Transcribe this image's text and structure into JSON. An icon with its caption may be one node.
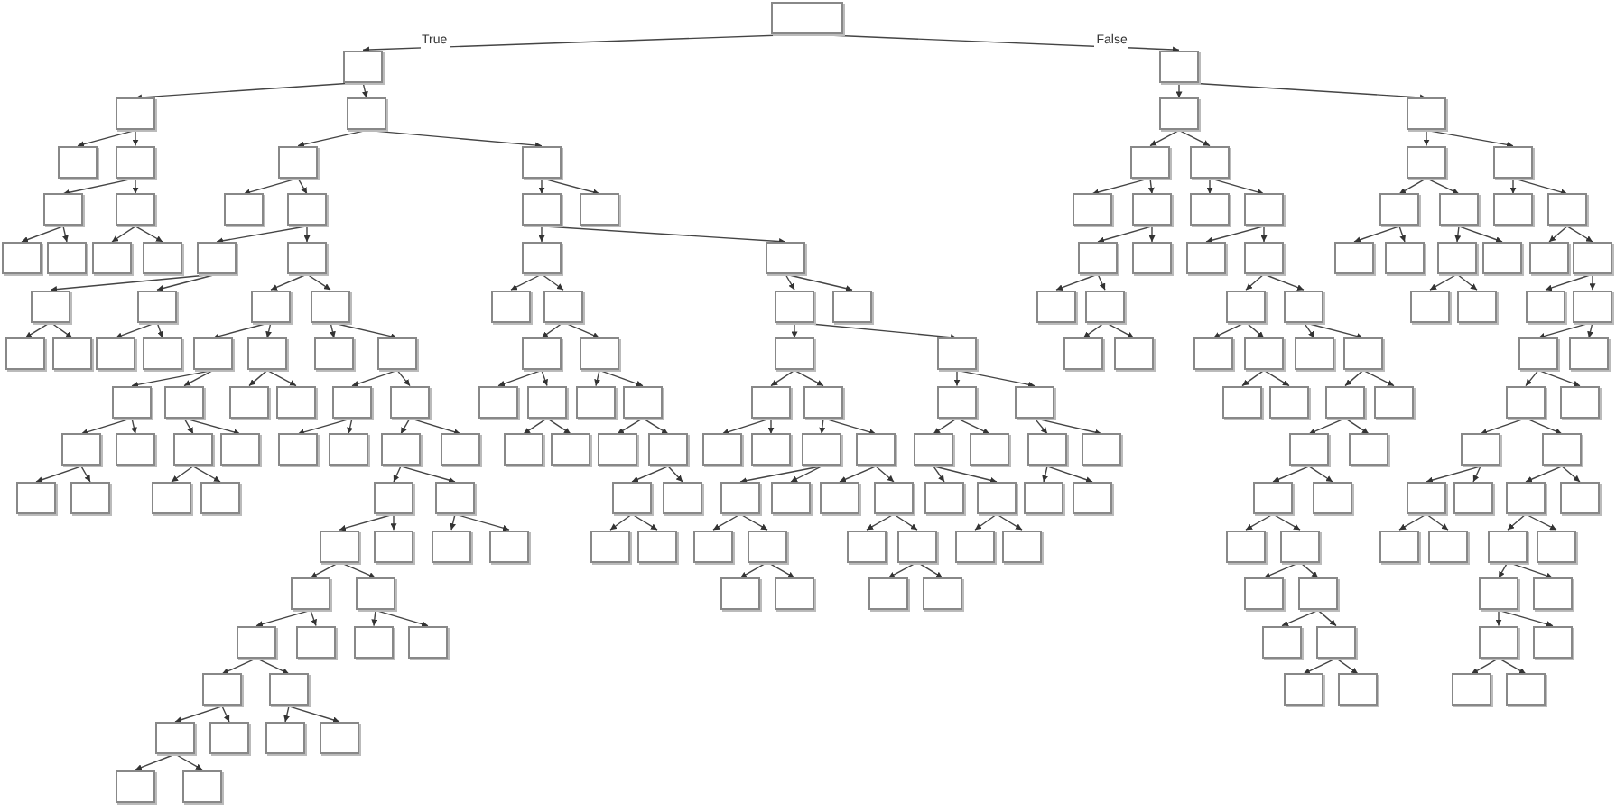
{
  "diagram": {
    "nodes": [
      {
        "text": [],
        "shape": "box"
      },
      {
        "text": [],
        "shape": "box"
      },
      {
        "text": [],
        "shape": "box"
      },
      {
        "text": [],
        "shape": "box"
      },
      {
        "text": [],
        "shape": "box"
      },
      {
        "text": [],
        "shape": "box"
      },
      {
        "text": [],
        "shape": "box"
      },
      {
        "text": [],
        "shape": "box"
      },
      {
        "text": [],
        "shape": "box"
      },
      {
        "text": [],
        "shape": "box"
      },
      {
        "text": [],
        "shape": "box"
      },
      {
        "text": [],
        "shape": "box"
      },
      {
        "text": [],
        "shape": "box"
      },
      {
        "text": [],
        "shape": "box"
      },
      {
        "text": [],
        "shape": "box"
      },
      {
        "text": [],
        "shape": "box"
      },
      {
        "text": [],
        "shape": "box"
      },
      {
        "text": [],
        "shape": "box"
      },
      {
        "text": [],
        "shape": "box"
      },
      {
        "text": [],
        "shape": "box"
      },
      {
        "text": [],
        "shape": "box"
      },
      {
        "text": [],
        "shape": "box"
      },
      {
        "text": [],
        "shape": "box"
      },
      {
        "text": [],
        "shape": "box"
      },
      {
        "text": [],
        "shape": "box"
      },
      {
        "text": [],
        "shape": "box"
      },
      {
        "text": [],
        "shape": "box"
      },
      {
        "text": [],
        "shape": "box"
      },
      {
        "text": [],
        "shape": "box"
      },
      {
        "text": [],
        "shape": "box"
      },
      {
        "text": [],
        "shape": "box"
      },
      {
        "text": [],
        "shape": "box"
      },
      {
        "text": [],
        "shape": "box"
      },
      {
        "text": [],
        "shape": "box"
      },
      {
        "text": [],
        "shape": "box"
      },
      {
        "text": [],
        "shape": "box"
      },
      {
        "text": [],
        "shape": "box"
      },
      {
        "text": [],
        "shape": "box"
      },
      {
        "text": [],
        "shape": "box"
      },
      {
        "text": [],
        "shape": "box"
      },
      {
        "text": [],
        "shape": "box"
      },
      {
        "text": [],
        "shape": "box"
      },
      {
        "text": [],
        "shape": "box"
      },
      {
        "text": [],
        "shape": "box"
      },
      {
        "text": [],
        "shape": "box"
      },
      {
        "text": [],
        "shape": "box"
      },
      {
        "text": [],
        "shape": "box"
      },
      {
        "text": [],
        "shape": "box"
      },
      {
        "text": [],
        "shape": "box"
      },
      {
        "text": [],
        "shape": "box"
      },
      {
        "text": [],
        "shape": "box"
      },
      {
        "text": [],
        "shape": "box"
      },
      {
        "text": [],
        "shape": "box"
      },
      {
        "text": [],
        "shape": "box"
      },
      {
        "text": [],
        "shape": "box"
      },
      {
        "text": [],
        "shape": "box"
      },
      {
        "text": [],
        "shape": "box"
      },
      {
        "text": [],
        "shape": "box"
      },
      {
        "text": [],
        "shape": "box"
      },
      {
        "text": [],
        "shape": "box"
      },
      {
        "text": [],
        "shape": "box"
      },
      {
        "text": [],
        "shape": "box"
      },
      {
        "text": [],
        "shape": "box"
      },
      {
        "text": [],
        "shape": "box"
      },
      {
        "text": [],
        "shape": "box"
      },
      {
        "text": [],
        "shape": "box"
      },
      {
        "text": [],
        "shape": "box"
      },
      {
        "text": [],
        "shape": "box"
      },
      {
        "text": [],
        "shape": "box"
      },
      {
        "text": [],
        "shape": "box"
      },
      {
        "text": [],
        "shape": "box"
      },
      {
        "text": [],
        "shape": "box"
      },
      {
        "text": [],
        "shape": "box"
      },
      {
        "text": [],
        "shape": "box"
      },
      {
        "text": [],
        "shape": "box"
      },
      {
        "text": [],
        "shape": "box"
      },
      {
        "text": [],
        "shape": "box"
      },
      {
        "text": [],
        "shape": "box"
      },
      {
        "text": [],
        "shape": "box"
      },
      {
        "text": [],
        "shape": "box"
      },
      {
        "text": [],
        "shape": "box"
      },
      {
        "text": [],
        "shape": "box"
      },
      {
        "text": [],
        "shape": "box"
      },
      {
        "text": [],
        "shape": "box"
      },
      {
        "text": [],
        "shape": "box"
      },
      {
        "text": [],
        "shape": "box"
      },
      {
        "text": [],
        "shape": "box"
      },
      {
        "text": [],
        "shape": "box"
      },
      {
        "text": [],
        "shape": "box"
      },
      {
        "text": [],
        "shape": "box"
      },
      {
        "text": [],
        "shape": "box"
      },
      {
        "text": [],
        "shape": "box"
      },
      {
        "text": [],
        "shape": "box"
      },
      {
        "text": [],
        "shape": "box"
      },
      {
        "text": [],
        "shape": "box"
      },
      {
        "text": [],
        "shape": "box"
      },
      {
        "text": [],
        "shape": "box"
      },
      {
        "text": [],
        "shape": "box"
      },
      {
        "text": [],
        "shape": "box"
      },
      {
        "text": [],
        "shape": "box"
      },
      {
        "text": [],
        "shape": "box"
      },
      {
        "text": [],
        "shape": "box"
      },
      {
        "text": [],
        "shape": "box"
      },
      {
        "text": [],
        "shape": "box"
      },
      {
        "text": [],
        "shape": "box"
      },
      {
        "text": [],
        "shape": "box"
      },
      {
        "text": [],
        "shape": "box"
      },
      {
        "text": [],
        "shape": "box"
      },
      {
        "text": [],
        "shape": "box"
      },
      {
        "text": [],
        "shape": "box"
      },
      {
        "text": [],
        "shape": "box"
      },
      {
        "text": [],
        "shape": "box"
      },
      {
        "text": [],
        "shape": "box"
      },
      {
        "text": [],
        "shape": "box"
      },
      {
        "text": [],
        "shape": "box"
      },
      {
        "text": [],
        "shape": "box"
      },
      {
        "text": [],
        "shape": "box"
      },
      {
        "text": [],
        "shape": "box"
      },
      {
        "text": [],
        "shape": "box"
      },
      {
        "text": [],
        "shape": "box"
      },
      {
        "text": [],
        "shape": "box"
      },
      {
        "text": [],
        "shape": "box"
      },
      {
        "text": [],
        "shape": "box"
      },
      {
        "text": [],
        "shape": "box"
      },
      {
        "text": [],
        "shape": "box"
      },
      {
        "text": [],
        "shape": "box"
      },
      {
        "text": [],
        "shape": "box"
      },
      {
        "text": [],
        "shape": "box"
      },
      {
        "text": [],
        "shape": "box"
      },
      {
        "text": [],
        "shape": "box"
      },
      {
        "text": [],
        "shape": "box"
      },
      {
        "text": [],
        "shape": "box"
      },
      {
        "text": [],
        "shape": "box"
      },
      {
        "text": [],
        "shape": "box"
      },
      {
        "text": [],
        "shape": "box"
      },
      {
        "text": [],
        "shape": "box"
      },
      {
        "text": [],
        "shape": "box"
      },
      {
        "text": [],
        "shape": "box"
      },
      {
        "text": [],
        "shape": "box"
      },
      {
        "text": [],
        "shape": "box"
      },
      {
        "text": [],
        "shape": "box"
      },
      {
        "text": [],
        "shape": "box"
      },
      {
        "text": [],
        "shape": "box"
      },
      {
        "text": [],
        "shape": "box"
      },
      {
        "text": [],
        "shape": "box"
      },
      {
        "text": [],
        "shape": "box"
      },
      {
        "text": [],
        "shape": "box"
      },
      {
        "text": [],
        "shape": "box"
      },
      {
        "text": [],
        "shape": "box"
      },
      {
        "text": [],
        "shape": "box"
      },
      {
        "text": [],
        "shape": "box"
      },
      {
        "text": [],
        "shape": "box"
      },
      {
        "text": [],
        "shape": "box"
      },
      {
        "text": [],
        "shape": "box"
      },
      {
        "text": [],
        "shape": "box"
      },
      {
        "text": [],
        "shape": "box"
      },
      {
        "text": [],
        "shape": "box"
      },
      {
        "text": [],
        "shape": "box"
      },
      {
        "text": [],
        "shape": "box"
      },
      {
        "text": [],
        "shape": "box"
      },
      {
        "text": [],
        "shape": "box"
      },
      {
        "text": [],
        "shape": "box"
      },
      {
        "text": [],
        "shape": "box"
      },
      {
        "text": [],
        "shape": "box"
      },
      {
        "text": [],
        "shape": "box"
      },
      {
        "text": [],
        "shape": "box"
      },
      {
        "text": [],
        "shape": "box"
      },
      {
        "text": [],
        "shape": "box"
      },
      {
        "text": [],
        "shape": "box"
      },
      {
        "text": [],
        "shape": "box"
      },
      {
        "text": [],
        "shape": "box"
      },
      {
        "text": [],
        "shape": "box"
      },
      {
        "text": [],
        "shape": "box"
      },
      {
        "text": [],
        "shape": "box"
      },
      {
        "text": [],
        "shape": "box"
      },
      {
        "text": [],
        "shape": "box"
      },
      {
        "text": [],
        "shape": "box"
      },
      {
        "text": [],
        "shape": "box"
      },
      {
        "text": [],
        "shape": "box"
      },
      {
        "text": [],
        "shape": "box"
      },
      {
        "text": [],
        "shape": "box"
      },
      {
        "text": [],
        "shape": "box"
      },
      {
        "text": [],
        "shape": "box"
      },
      {
        "text": [],
        "shape": "box"
      },
      {
        "text": [],
        "shape": "box"
      },
      {
        "text": [],
        "shape": "box"
      },
      {
        "text": [],
        "shape": "box"
      },
      {
        "text": [],
        "shape": "box"
      },
      {
        "text": [],
        "shape": "box"
      },
      {
        "text": [],
        "shape": "box"
      },
      {
        "text": [],
        "shape": "box"
      },
      {
        "text": [],
        "shape": "box"
      },
      {
        "text": [],
        "shape": "box"
      },
      {
        "text": [],
        "shape": "box"
      },
      {
        "text": [],
        "shape": "box"
      },
      {
        "text": [],
        "shape": "box"
      },
      {
        "text": [],
        "shape": "box"
      }
    ],
    "edges": [
      {
        "from": 0,
        "to": 1,
        "arrow": "to",
        "label": "True"
      },
      {
        "from": 1,
        "to": 2,
        "arrow": "to"
      },
      {
        "from": 1,
        "to": 3,
        "arrow": "to"
      },
      {
        "from": 2,
        "to": 4,
        "arrow": "to"
      },
      {
        "from": 2,
        "to": 5,
        "arrow": "to"
      },
      {
        "from": 5,
        "to": 6,
        "arrow": "to"
      },
      {
        "from": 5,
        "to": 7,
        "arrow": "to"
      },
      {
        "from": 6,
        "to": 8,
        "arrow": "to"
      },
      {
        "from": 6,
        "to": 9,
        "arrow": "to"
      },
      {
        "from": 7,
        "to": 10,
        "arrow": "to"
      },
      {
        "from": 7,
        "to": 11,
        "arrow": "to"
      },
      {
        "from": 3,
        "to": 12,
        "arrow": "to"
      },
      {
        "from": 3,
        "to": 13,
        "arrow": "to"
      },
      {
        "from": 12,
        "to": 14,
        "arrow": "to"
      },
      {
        "from": 12,
        "to": 15,
        "arrow": "to"
      },
      {
        "from": 15,
        "to": 16,
        "arrow": "to"
      },
      {
        "from": 15,
        "to": 17,
        "arrow": "to"
      },
      {
        "from": 16,
        "to": 18,
        "arrow": "to"
      },
      {
        "from": 16,
        "to": 19,
        "arrow": "to"
      },
      {
        "from": 18,
        "to": 20,
        "arrow": "to"
      },
      {
        "from": 18,
        "to": 21,
        "arrow": "to"
      },
      {
        "from": 19,
        "to": 22,
        "arrow": "to"
      },
      {
        "from": 19,
        "to": 23,
        "arrow": "to"
      },
      {
        "from": 17,
        "to": 24,
        "arrow": "to"
      },
      {
        "from": 17,
        "to": 25,
        "arrow": "to"
      },
      {
        "from": 24,
        "to": 26,
        "arrow": "to"
      },
      {
        "from": 24,
        "to": 27,
        "arrow": "to"
      },
      {
        "from": 26,
        "to": 28,
        "arrow": "to"
      },
      {
        "from": 26,
        "to": 29,
        "arrow": "to"
      },
      {
        "from": 28,
        "to": 30,
        "arrow": "to"
      },
      {
        "from": 28,
        "to": 31,
        "arrow": "to"
      },
      {
        "from": 30,
        "to": 32,
        "arrow": "to"
      },
      {
        "from": 30,
        "to": 33,
        "arrow": "to"
      },
      {
        "from": 29,
        "to": 34,
        "arrow": "to"
      },
      {
        "from": 29,
        "to": 35,
        "arrow": "to"
      },
      {
        "from": 34,
        "to": 36,
        "arrow": "to"
      },
      {
        "from": 34,
        "to": 37,
        "arrow": "to"
      },
      {
        "from": 27,
        "to": 38,
        "arrow": "to"
      },
      {
        "from": 27,
        "to": 39,
        "arrow": "to"
      },
      {
        "from": 25,
        "to": 40,
        "arrow": "to"
      },
      {
        "from": 25,
        "to": 41,
        "arrow": "to"
      },
      {
        "from": 41,
        "to": 42,
        "arrow": "to"
      },
      {
        "from": 41,
        "to": 43,
        "arrow": "to"
      },
      {
        "from": 42,
        "to": 44,
        "arrow": "to"
      },
      {
        "from": 42,
        "to": 45,
        "arrow": "to"
      },
      {
        "from": 43,
        "to": 46,
        "arrow": "to"
      },
      {
        "from": 43,
        "to": 47,
        "arrow": "to"
      },
      {
        "from": 46,
        "to": 48,
        "arrow": "to"
      },
      {
        "from": 46,
        "to": 49,
        "arrow": "to"
      },
      {
        "from": 48,
        "to": 50,
        "arrow": "to"
      },
      {
        "from": 48,
        "to": 51,
        "arrow": "to"
      },
      {
        "from": 49,
        "to": 52,
        "arrow": "to"
      },
      {
        "from": 49,
        "to": 53,
        "arrow": "to"
      },
      {
        "from": 50,
        "to": 54,
        "arrow": "to"
      },
      {
        "from": 50,
        "to": 55,
        "arrow": "to"
      },
      {
        "from": 54,
        "to": 56,
        "arrow": "to"
      },
      {
        "from": 54,
        "to": 57,
        "arrow": "to"
      },
      {
        "from": 55,
        "to": 58,
        "arrow": "to"
      },
      {
        "from": 55,
        "to": 59,
        "arrow": "to"
      },
      {
        "from": 56,
        "to": 60,
        "arrow": "to"
      },
      {
        "from": 56,
        "to": 61,
        "arrow": "to"
      },
      {
        "from": 60,
        "to": 62,
        "arrow": "to"
      },
      {
        "from": 60,
        "to": 63,
        "arrow": "to"
      },
      {
        "from": 61,
        "to": 64,
        "arrow": "to"
      },
      {
        "from": 61,
        "to": 65,
        "arrow": "to"
      },
      {
        "from": 62,
        "to": 66,
        "arrow": "to"
      },
      {
        "from": 62,
        "to": 67,
        "arrow": "to"
      },
      {
        "from": 13,
        "to": 68,
        "arrow": "to"
      },
      {
        "from": 13,
        "to": 69,
        "arrow": "to"
      },
      {
        "from": 69,
        "to": 70,
        "arrow": "to"
      },
      {
        "from": 69,
        "to": 71,
        "arrow": "to"
      },
      {
        "from": 70,
        "to": 72,
        "arrow": "to"
      },
      {
        "from": 70,
        "to": 73,
        "arrow": "to"
      },
      {
        "from": 73,
        "to": 74,
        "arrow": "to"
      },
      {
        "from": 73,
        "to": 75,
        "arrow": "to"
      },
      {
        "from": 74,
        "to": 76,
        "arrow": "to"
      },
      {
        "from": 74,
        "to": 77,
        "arrow": "to"
      },
      {
        "from": 77,
        "to": 78,
        "arrow": "to"
      },
      {
        "from": 77,
        "to": 79,
        "arrow": "to"
      },
      {
        "from": 75,
        "to": 80,
        "arrow": "to"
      },
      {
        "from": 75,
        "to": 81,
        "arrow": "to"
      },
      {
        "from": 81,
        "to": 82,
        "arrow": "to"
      },
      {
        "from": 81,
        "to": 83,
        "arrow": "to"
      },
      {
        "from": 83,
        "to": 84,
        "arrow": "to"
      },
      {
        "from": 83,
        "to": 85,
        "arrow": "to"
      },
      {
        "from": 84,
        "to": 86,
        "arrow": "to"
      },
      {
        "from": 84,
        "to": 87,
        "arrow": "to"
      },
      {
        "from": 71,
        "to": 88,
        "arrow": "to"
      },
      {
        "from": 71,
        "to": 89,
        "arrow": "to"
      },
      {
        "from": 88,
        "to": 90,
        "arrow": "to"
      },
      {
        "from": 88,
        "to": 91,
        "arrow": "to"
      },
      {
        "from": 90,
        "to": 92,
        "arrow": "to"
      },
      {
        "from": 90,
        "to": 93,
        "arrow": "to"
      },
      {
        "from": 92,
        "to": 94,
        "arrow": "to"
      },
      {
        "from": 92,
        "to": 95,
        "arrow": "to"
      },
      {
        "from": 93,
        "to": 96,
        "arrow": "to"
      },
      {
        "from": 93,
        "to": 97,
        "arrow": "to"
      },
      {
        "from": 96,
        "to": 98,
        "arrow": "to"
      },
      {
        "from": 96,
        "to": 99,
        "arrow": "to"
      },
      {
        "from": 97,
        "to": 100,
        "arrow": "to"
      },
      {
        "from": 97,
        "to": 101,
        "arrow": "to"
      },
      {
        "from": 98,
        "to": 102,
        "arrow": "to"
      },
      {
        "from": 98,
        "to": 103,
        "arrow": "to"
      },
      {
        "from": 103,
        "to": 104,
        "arrow": "to"
      },
      {
        "from": 103,
        "to": 105,
        "arrow": "to"
      },
      {
        "from": 101,
        "to": 106,
        "arrow": "to"
      },
      {
        "from": 101,
        "to": 107,
        "arrow": "to"
      },
      {
        "from": 107,
        "to": 108,
        "arrow": "to"
      },
      {
        "from": 107,
        "to": 109,
        "arrow": "to"
      },
      {
        "from": 91,
        "to": 110,
        "arrow": "to"
      },
      {
        "from": 91,
        "to": 111,
        "arrow": "to"
      },
      {
        "from": 110,
        "to": 112,
        "arrow": "to"
      },
      {
        "from": 110,
        "to": 113,
        "arrow": "to"
      },
      {
        "from": 112,
        "to": 114,
        "arrow": "to"
      },
      {
        "from": 112,
        "to": 115,
        "arrow": "to"
      },
      {
        "from": 115,
        "to": 116,
        "arrow": "to"
      },
      {
        "from": 115,
        "to": 117,
        "arrow": "to"
      },
      {
        "from": 111,
        "to": 118,
        "arrow": "to"
      },
      {
        "from": 111,
        "to": 119,
        "arrow": "to"
      },
      {
        "from": 118,
        "to": 120,
        "arrow": "to"
      },
      {
        "from": 118,
        "to": 121,
        "arrow": "to"
      },
      {
        "from": 0,
        "to": 122,
        "arrow": "to",
        "label": "False"
      },
      {
        "from": 122,
        "to": 123,
        "arrow": "to"
      },
      {
        "from": 122,
        "to": 124,
        "arrow": "to"
      },
      {
        "from": 123,
        "to": 125,
        "arrow": "to"
      },
      {
        "from": 123,
        "to": 126,
        "arrow": "to"
      },
      {
        "from": 125,
        "to": 127,
        "arrow": "to"
      },
      {
        "from": 125,
        "to": 128,
        "arrow": "to"
      },
      {
        "from": 128,
        "to": 129,
        "arrow": "to"
      },
      {
        "from": 128,
        "to": 130,
        "arrow": "to"
      },
      {
        "from": 126,
        "to": 131,
        "arrow": "to"
      },
      {
        "from": 126,
        "to": 132,
        "arrow": "to"
      },
      {
        "from": 132,
        "to": 133,
        "arrow": "to"
      },
      {
        "from": 132,
        "to": 134,
        "arrow": "to"
      },
      {
        "from": 129,
        "to": 135,
        "arrow": "to"
      },
      {
        "from": 129,
        "to": 136,
        "arrow": "to"
      },
      {
        "from": 136,
        "to": 137,
        "arrow": "to"
      },
      {
        "from": 136,
        "to": 138,
        "arrow": "to"
      },
      {
        "from": 134,
        "to": 139,
        "arrow": "to"
      },
      {
        "from": 134,
        "to": 140,
        "arrow": "to"
      },
      {
        "from": 139,
        "to": 141,
        "arrow": "to"
      },
      {
        "from": 139,
        "to": 142,
        "arrow": "to"
      },
      {
        "from": 142,
        "to": 143,
        "arrow": "to"
      },
      {
        "from": 142,
        "to": 144,
        "arrow": "to"
      },
      {
        "from": 140,
        "to": 145,
        "arrow": "to"
      },
      {
        "from": 140,
        "to": 146,
        "arrow": "to"
      },
      {
        "from": 146,
        "to": 147,
        "arrow": "to"
      },
      {
        "from": 146,
        "to": 148,
        "arrow": "to"
      },
      {
        "from": 147,
        "to": 149,
        "arrow": "to"
      },
      {
        "from": 147,
        "to": 150,
        "arrow": "to"
      },
      {
        "from": 149,
        "to": 151,
        "arrow": "to"
      },
      {
        "from": 149,
        "to": 152,
        "arrow": "to"
      },
      {
        "from": 151,
        "to": 153,
        "arrow": "to"
      },
      {
        "from": 151,
        "to": 154,
        "arrow": "to"
      },
      {
        "from": 154,
        "to": 155,
        "arrow": "to"
      },
      {
        "from": 154,
        "to": 156,
        "arrow": "to"
      },
      {
        "from": 156,
        "to": 157,
        "arrow": "to"
      },
      {
        "from": 156,
        "to": 158,
        "arrow": "to"
      },
      {
        "from": 158,
        "to": 159,
        "arrow": "to"
      },
      {
        "from": 158,
        "to": 160,
        "arrow": "to"
      },
      {
        "from": 124,
        "to": 161,
        "arrow": "to"
      },
      {
        "from": 124,
        "to": 162,
        "arrow": "to"
      },
      {
        "from": 161,
        "to": 163,
        "arrow": "to"
      },
      {
        "from": 161,
        "to": 164,
        "arrow": "to"
      },
      {
        "from": 163,
        "to": 165,
        "arrow": "to"
      },
      {
        "from": 163,
        "to": 166,
        "arrow": "to"
      },
      {
        "from": 164,
        "to": 167,
        "arrow": "to"
      },
      {
        "from": 164,
        "to": 168,
        "arrow": "to"
      },
      {
        "from": 167,
        "to": 169,
        "arrow": "to"
      },
      {
        "from": 167,
        "to": 170,
        "arrow": "to"
      },
      {
        "from": 162,
        "to": 171,
        "arrow": "to"
      },
      {
        "from": 162,
        "to": 172,
        "arrow": "to"
      },
      {
        "from": 172,
        "to": 173,
        "arrow": "to"
      },
      {
        "from": 172,
        "to": 174,
        "arrow": "to"
      },
      {
        "from": 174,
        "to": 175,
        "arrow": "to"
      },
      {
        "from": 174,
        "to": 176,
        "arrow": "to"
      },
      {
        "from": 176,
        "to": 177,
        "arrow": "to"
      },
      {
        "from": 176,
        "to": 178,
        "arrow": "to"
      },
      {
        "from": 177,
        "to": 179,
        "arrow": "to"
      },
      {
        "from": 177,
        "to": 180,
        "arrow": "to"
      },
      {
        "from": 179,
        "to": 181,
        "arrow": "to"
      },
      {
        "from": 179,
        "to": 182,
        "arrow": "to"
      },
      {
        "from": 181,
        "to": 183,
        "arrow": "to"
      },
      {
        "from": 181,
        "to": 184,
        "arrow": "to"
      },
      {
        "from": 183,
        "to": 185,
        "arrow": "to"
      },
      {
        "from": 183,
        "to": 186,
        "arrow": "to"
      },
      {
        "from": 182,
        "to": 187,
        "arrow": "to"
      },
      {
        "from": 182,
        "to": 188,
        "arrow": "to"
      },
      {
        "from": 187,
        "to": 189,
        "arrow": "to"
      },
      {
        "from": 187,
        "to": 190,
        "arrow": "to"
      },
      {
        "from": 189,
        "to": 191,
        "arrow": "to"
      },
      {
        "from": 189,
        "to": 192,
        "arrow": "to"
      },
      {
        "from": 191,
        "to": 193,
        "arrow": "to"
      },
      {
        "from": 191,
        "to": 194,
        "arrow": "to"
      },
      {
        "from": 193,
        "to": 195,
        "arrow": "to"
      },
      {
        "from": 193,
        "to": 196,
        "arrow": "to"
      }
    ]
  }
}
